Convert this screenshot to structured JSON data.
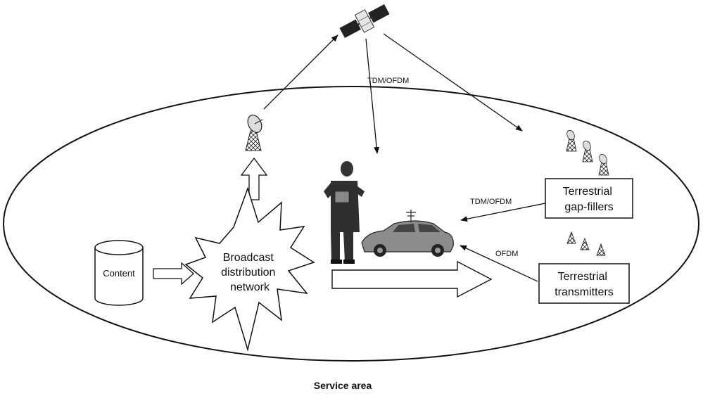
{
  "diagram": {
    "caption": "Service area",
    "nodes": {
      "content": "Content",
      "broadcast_network": [
        "Broadcast",
        "distribution",
        "network"
      ],
      "gap_fillers": [
        "Terrestrial",
        "gap-fillers"
      ],
      "transmitters": [
        "Terrestrial",
        "transmitters"
      ]
    },
    "links": {
      "satellite_downlink": "TDM/OFDM",
      "gapfiller_link": "TDM/OFDM",
      "transmitter_link": "OFDM"
    },
    "icons": [
      "satellite-icon",
      "uplink-dish-icon",
      "person-icon",
      "car-icon",
      "gap-filler-tower-icon",
      "transmitter-tower-icon",
      "content-database-icon"
    ]
  }
}
